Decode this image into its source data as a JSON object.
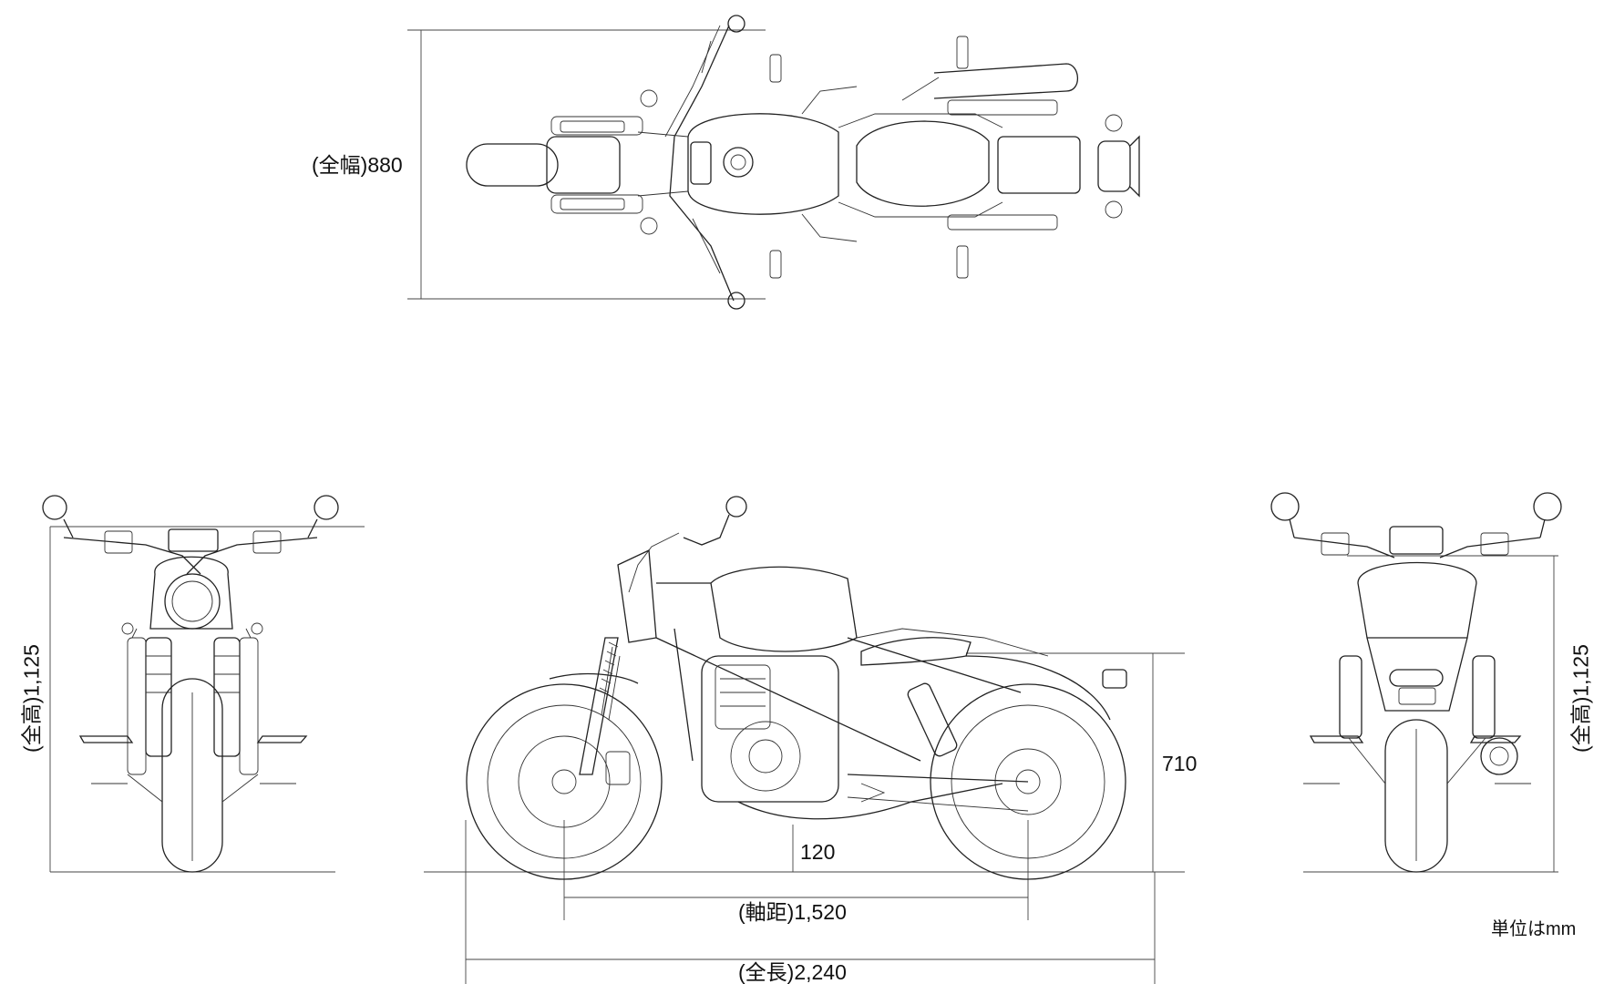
{
  "labels": {
    "width": "(全幅)880",
    "height_front": "(全高)1,125",
    "height_rear": "(全高)1,125",
    "seat_height": "710",
    "ground_clearance": "120",
    "wheelbase": "(軸距)1,520",
    "length": "(全長)2,240",
    "unit": "単位はmm"
  }
}
